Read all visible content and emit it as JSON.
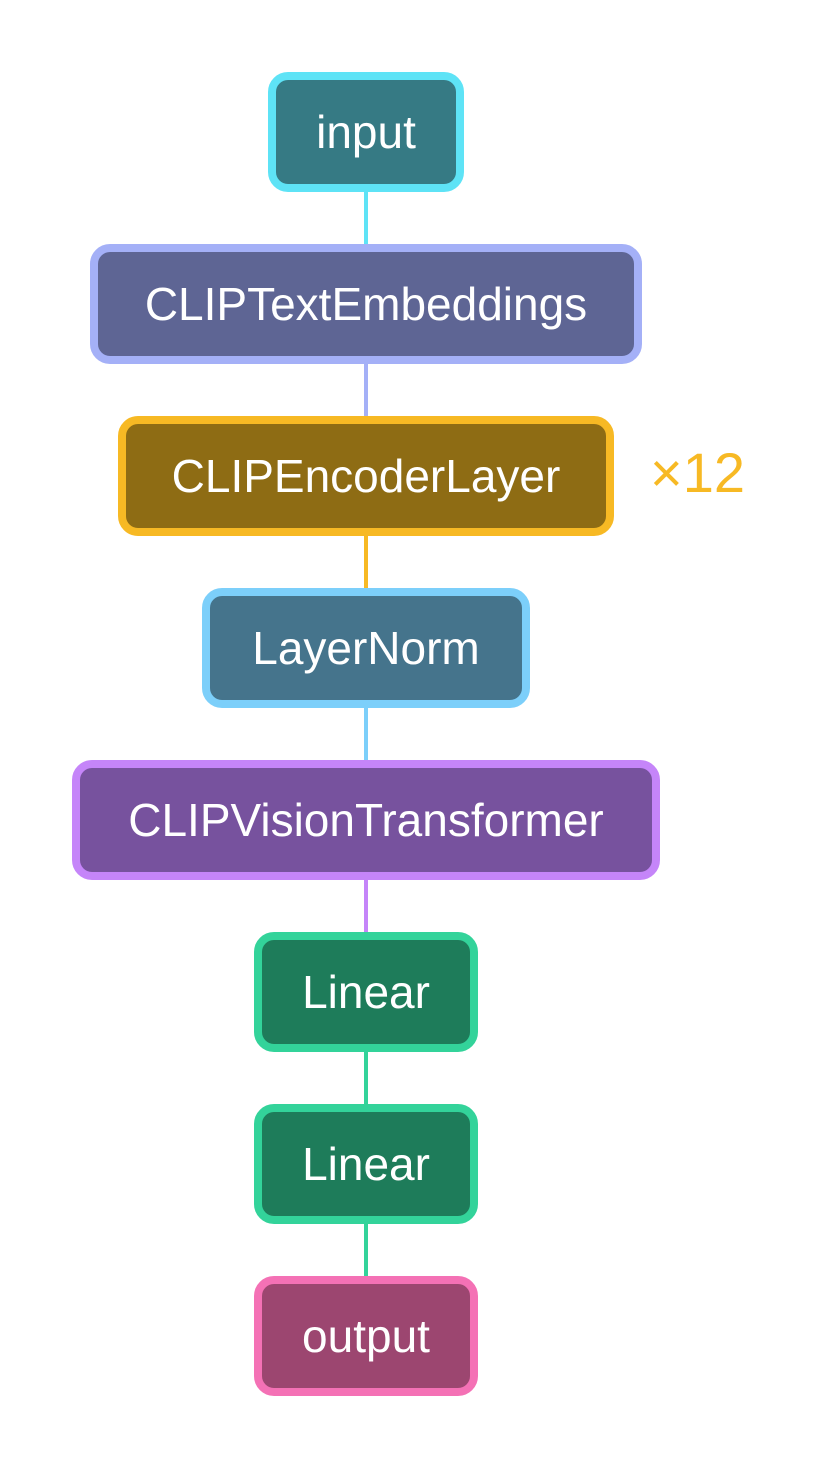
{
  "nodes": [
    {
      "label": "input",
      "fill": "#367a84",
      "border": "#5ee3f6"
    },
    {
      "label": "CLIPTextEmbeddings",
      "fill": "#5e6594",
      "border": "#a4b0f7"
    },
    {
      "label": "CLIPEncoderLayer",
      "fill": "#8e6c14",
      "border": "#f7b924"
    },
    {
      "label": "LayerNorm",
      "fill": "#45748c",
      "border": "#7ccffa"
    },
    {
      "label": "CLIPVisionTransformer",
      "fill": "#77529e",
      "border": "#c585f9"
    },
    {
      "label": "Linear",
      "fill": "#1e7c5a",
      "border": "#33d39a"
    },
    {
      "label": "Linear",
      "fill": "#1e7c5a",
      "border": "#33d39a"
    },
    {
      "label": "output",
      "fill": "#9c4670",
      "border": "#f471b5"
    }
  ],
  "edges": [
    {
      "color": "#5ee3f6"
    },
    {
      "color": "#a4b0f7"
    },
    {
      "color": "#f7b924"
    },
    {
      "color": "#7ccffa"
    },
    {
      "color": "#c585f9"
    },
    {
      "color": "#33d39a"
    },
    {
      "color": "#33d39a"
    }
  ],
  "repeat": {
    "label": "×12",
    "color": "#f7b924"
  }
}
